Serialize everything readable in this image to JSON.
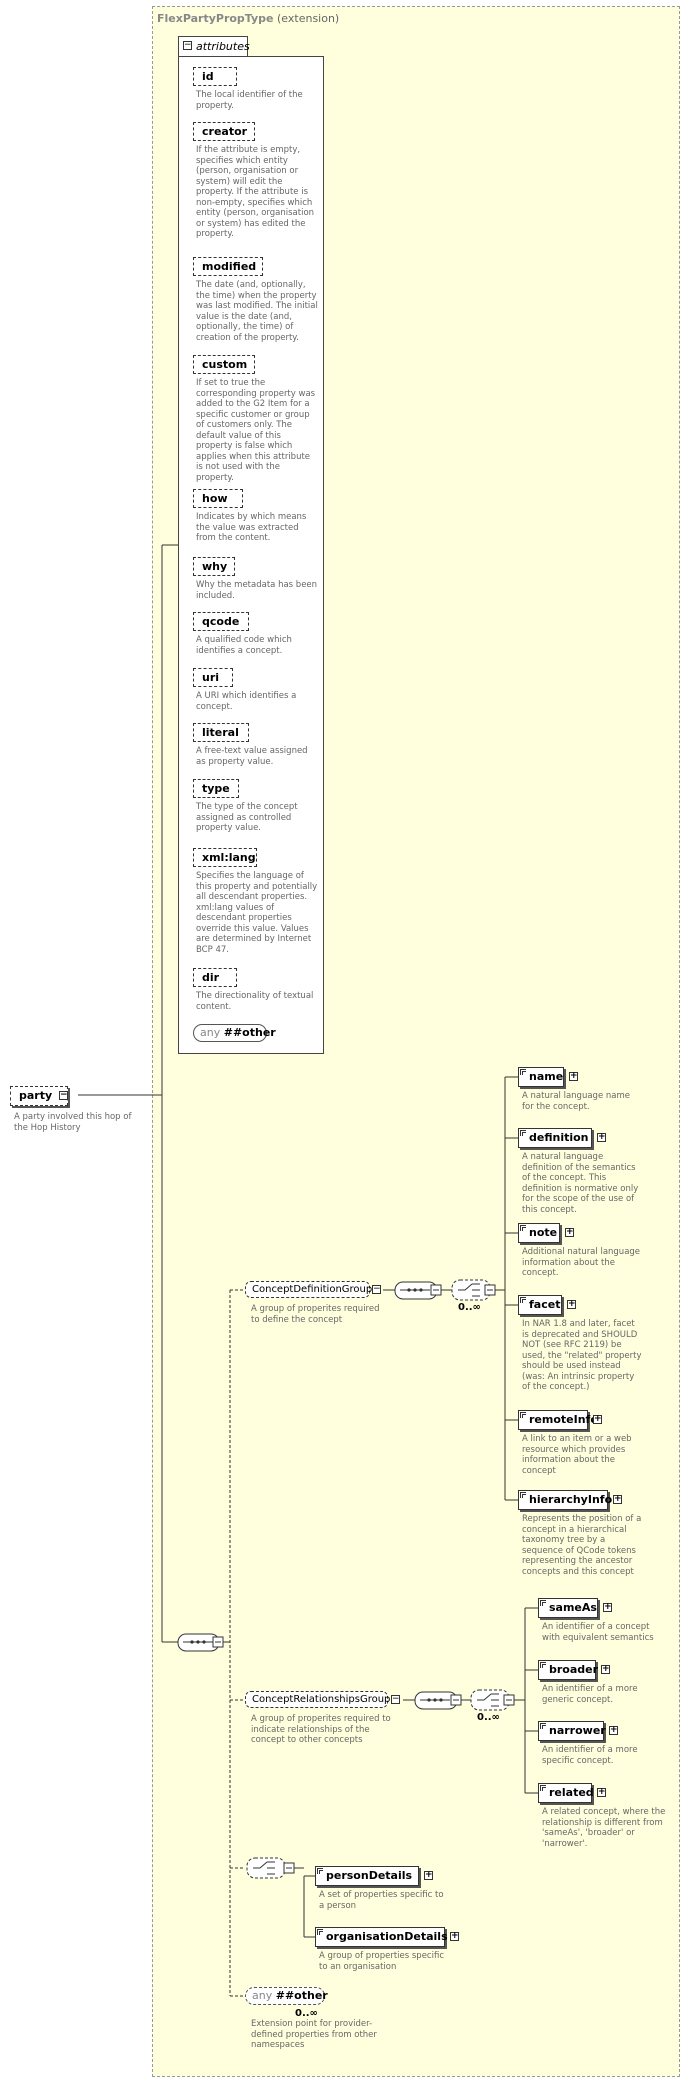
{
  "type": {
    "name": "FlexPartyPropType",
    "qualifier": "(extension)"
  },
  "attributes": {
    "tab_label": "attributes",
    "items": [
      {
        "name": "id",
        "desc": "The local identifier of the property."
      },
      {
        "name": "creator",
        "desc": "If the attribute is empty, specifies which entity (person, organisation or system) will edit the property. If the attribute is non-empty, specifies which entity (person, organisation or system) has edited the property."
      },
      {
        "name": "modified",
        "desc": "The date (and, optionally, the time) when the property was last modified. The initial value is the date (and, optionally, the time) of creation of the property."
      },
      {
        "name": "custom",
        "desc": "If set to true the corresponding property was added to the G2 Item for a specific customer or group of customers only. The default value of this property is false which applies when this attribute is not used with the property."
      },
      {
        "name": "how",
        "desc": "Indicates by which means the value was extracted from the content."
      },
      {
        "name": "why",
        "desc": "Why the metadata has been included."
      },
      {
        "name": "qcode",
        "desc": "A qualified code which identifies a concept."
      },
      {
        "name": "uri",
        "desc": "A URI which identifies a concept."
      },
      {
        "name": "literal",
        "desc": "A free-text value assigned as property value."
      },
      {
        "name": "type",
        "desc": "The type of the concept assigned as controlled property value."
      },
      {
        "name": "xml:lang",
        "desc": "Specifies the language of this property and potentially all descendant properties. xml:lang values of descendant properties override this value. Values are determined by Internet BCP 47."
      },
      {
        "name": "dir",
        "desc": "The directionality of textual content."
      }
    ],
    "any_keyword": "any",
    "any_value": "##other"
  },
  "root": {
    "name": "party",
    "desc": "A party involved this hop of the Hop History"
  },
  "concept_definition": {
    "name": "ConceptDefinitionGroup",
    "desc": "A group of properites required to define the concept",
    "occurs": "0..∞",
    "elements": [
      {
        "name": "name",
        "desc": "A natural language name for the concept."
      },
      {
        "name": "definition",
        "desc": "A natural language definition of the semantics of the concept. This definition is normative only for the scope of the use of this concept."
      },
      {
        "name": "note",
        "desc": "Additional natural language information about the concept."
      },
      {
        "name": "facet",
        "desc": "In NAR 1.8 and later, facet is deprecated and SHOULD NOT (see RFC 2119) be used, the \"related\" property should be used instead (was: An intrinsic property of the concept.)"
      },
      {
        "name": "remoteInfo",
        "desc": "A link to an item or a web resource which provides information about the concept"
      },
      {
        "name": "hierarchyInfo",
        "desc": "Represents the position of a concept in a hierarchical taxonomy tree by a sequence of QCode tokens representing the ancestor concepts and this concept"
      }
    ]
  },
  "concept_relationships": {
    "name": "ConceptRelationshipsGroup",
    "desc": "A group of properites required to indicate relationships of the concept to other concepts",
    "occurs": "0..∞",
    "elements": [
      {
        "name": "sameAs",
        "desc": "An identifier of a concept with equivalent semantics"
      },
      {
        "name": "broader",
        "desc": "An identifier of a more generic concept."
      },
      {
        "name": "narrower",
        "desc": "An identifier of a more specific concept."
      },
      {
        "name": "related",
        "desc": "A related concept, where the relationship is different from 'sameAs', 'broader' or 'narrower'."
      }
    ]
  },
  "choice_details": {
    "elements": [
      {
        "name": "personDetails",
        "desc": "A set of properties specific to a person"
      },
      {
        "name": "organisationDetails",
        "desc": "A group of properties specific to an organisation"
      }
    ]
  },
  "extension_any": {
    "keyword": "any",
    "value": "##other",
    "occurs": "0..∞",
    "desc": "Extension point for provider-defined properties from other namespaces"
  }
}
